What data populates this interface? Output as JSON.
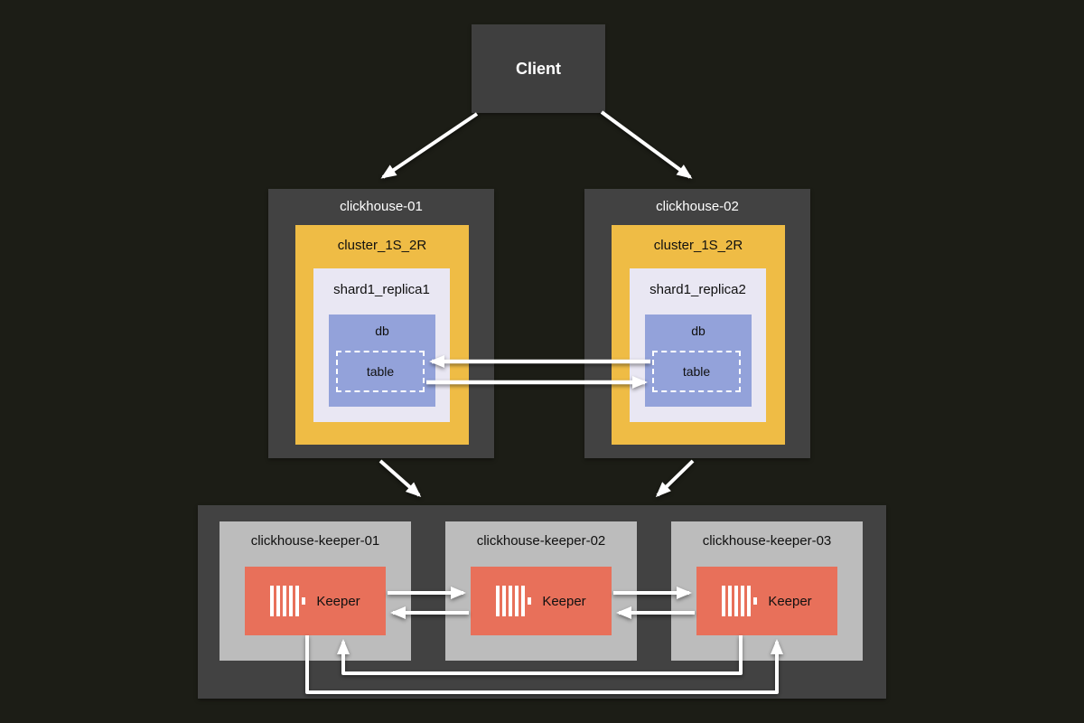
{
  "diagram": {
    "client": {
      "label": "Client"
    },
    "servers": [
      {
        "host": "clickhouse-01",
        "cluster": "cluster_1S_2R",
        "replica": "shard1_replica1",
        "db": "db",
        "table": "table"
      },
      {
        "host": "clickhouse-02",
        "cluster": "cluster_1S_2R",
        "replica": "shard1_replica2",
        "db": "db",
        "table": "table"
      }
    ],
    "keepers": [
      {
        "host": "clickhouse-keeper-01",
        "label": "Keeper"
      },
      {
        "host": "clickhouse-keeper-02",
        "label": "Keeper"
      },
      {
        "host": "clickhouse-keeper-03",
        "label": "Keeper"
      }
    ],
    "colors": {
      "background": "#1c1d16",
      "node_dark": "#424242",
      "cluster_yellow": "#efbc45",
      "replica_lavender": "#e9e7f3",
      "db_blue": "#93a2da",
      "keeper_gray": "#bcbcbc",
      "keeper_red": "#e8705a",
      "arrow": "#ffffff"
    }
  }
}
